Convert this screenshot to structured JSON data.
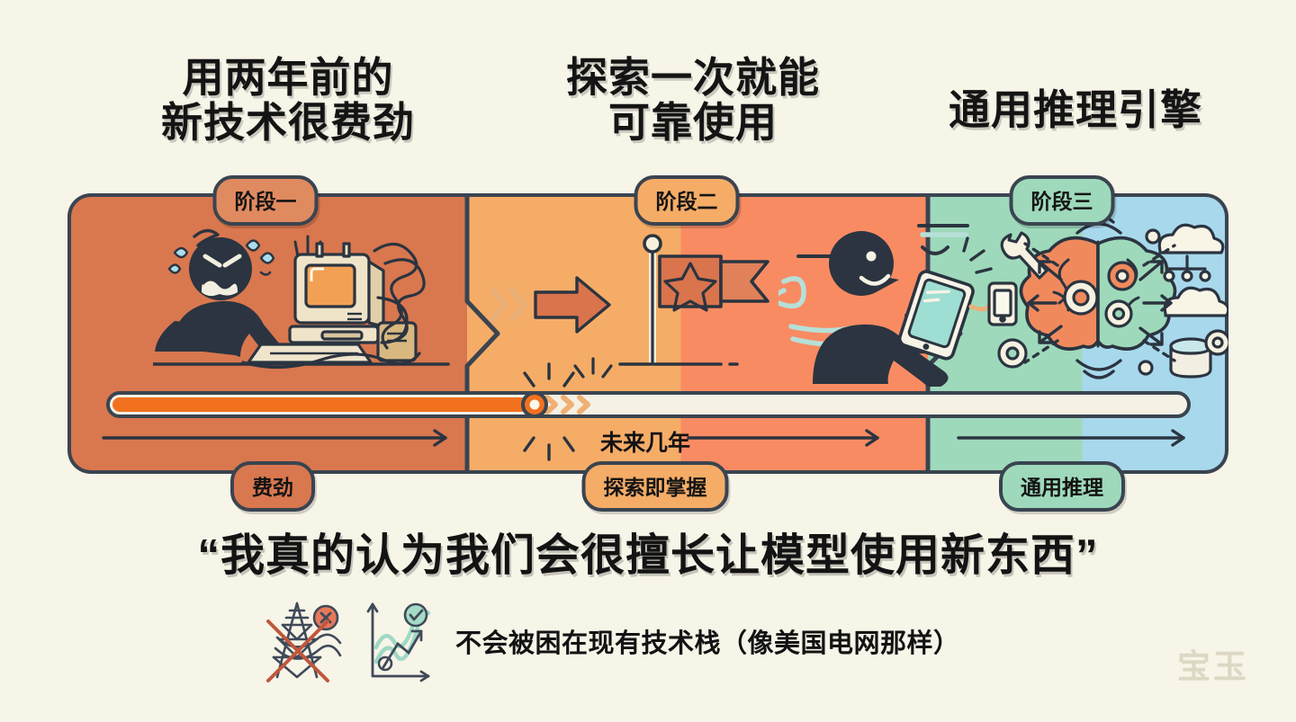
{
  "page": {
    "background_color": "#f7f4e8",
    "watermark": "宝玉"
  },
  "headings": [
    {
      "text": "用两年前的\n新技术很费劲"
    },
    {
      "text": "探索一次就能\n可靠使用"
    },
    {
      "text": "通用推理引擎"
    }
  ],
  "stages": [
    {
      "badge": "阶段一",
      "chip": "费劲",
      "color": "#d9774f",
      "badge_color": "#e08a60",
      "illustration": "frustrated-person-old-computer-tangled-cables"
    },
    {
      "badge": "阶段二",
      "chip": "探索即掌握",
      "color": "#f5ac67",
      "color_secondary": "#f98b63",
      "badge_color": "#f5ac67",
      "illustration": "flag-milestone-happy-person-tablet"
    },
    {
      "badge": "阶段三",
      "chip": "通用推理",
      "color": "#9ed9bb",
      "color_secondary": "#a8d8ec",
      "badge_color": "#9ed9bb",
      "illustration": "brain-gears-connected-devices-cloud"
    }
  ],
  "timeline": {
    "middle_label": "未来几年",
    "slider": {
      "progress_percent": 39,
      "fill_color": "#f2711f",
      "track_color": "#f5f1e4"
    }
  },
  "quote": "“我真的认为我们会很擅长让模型使用新东西”",
  "caption": {
    "text": "不会被困在现有技术栈（像美国电网那样）",
    "icons": [
      "crossed-out-power-pylon-icon",
      "rising-chart-check-icon"
    ]
  },
  "colors": {
    "outline": "#3a4450",
    "ink": "#2b3440",
    "accent_orange": "#f2711f",
    "cream": "#f5efdd",
    "sky": "#a8ddec"
  }
}
